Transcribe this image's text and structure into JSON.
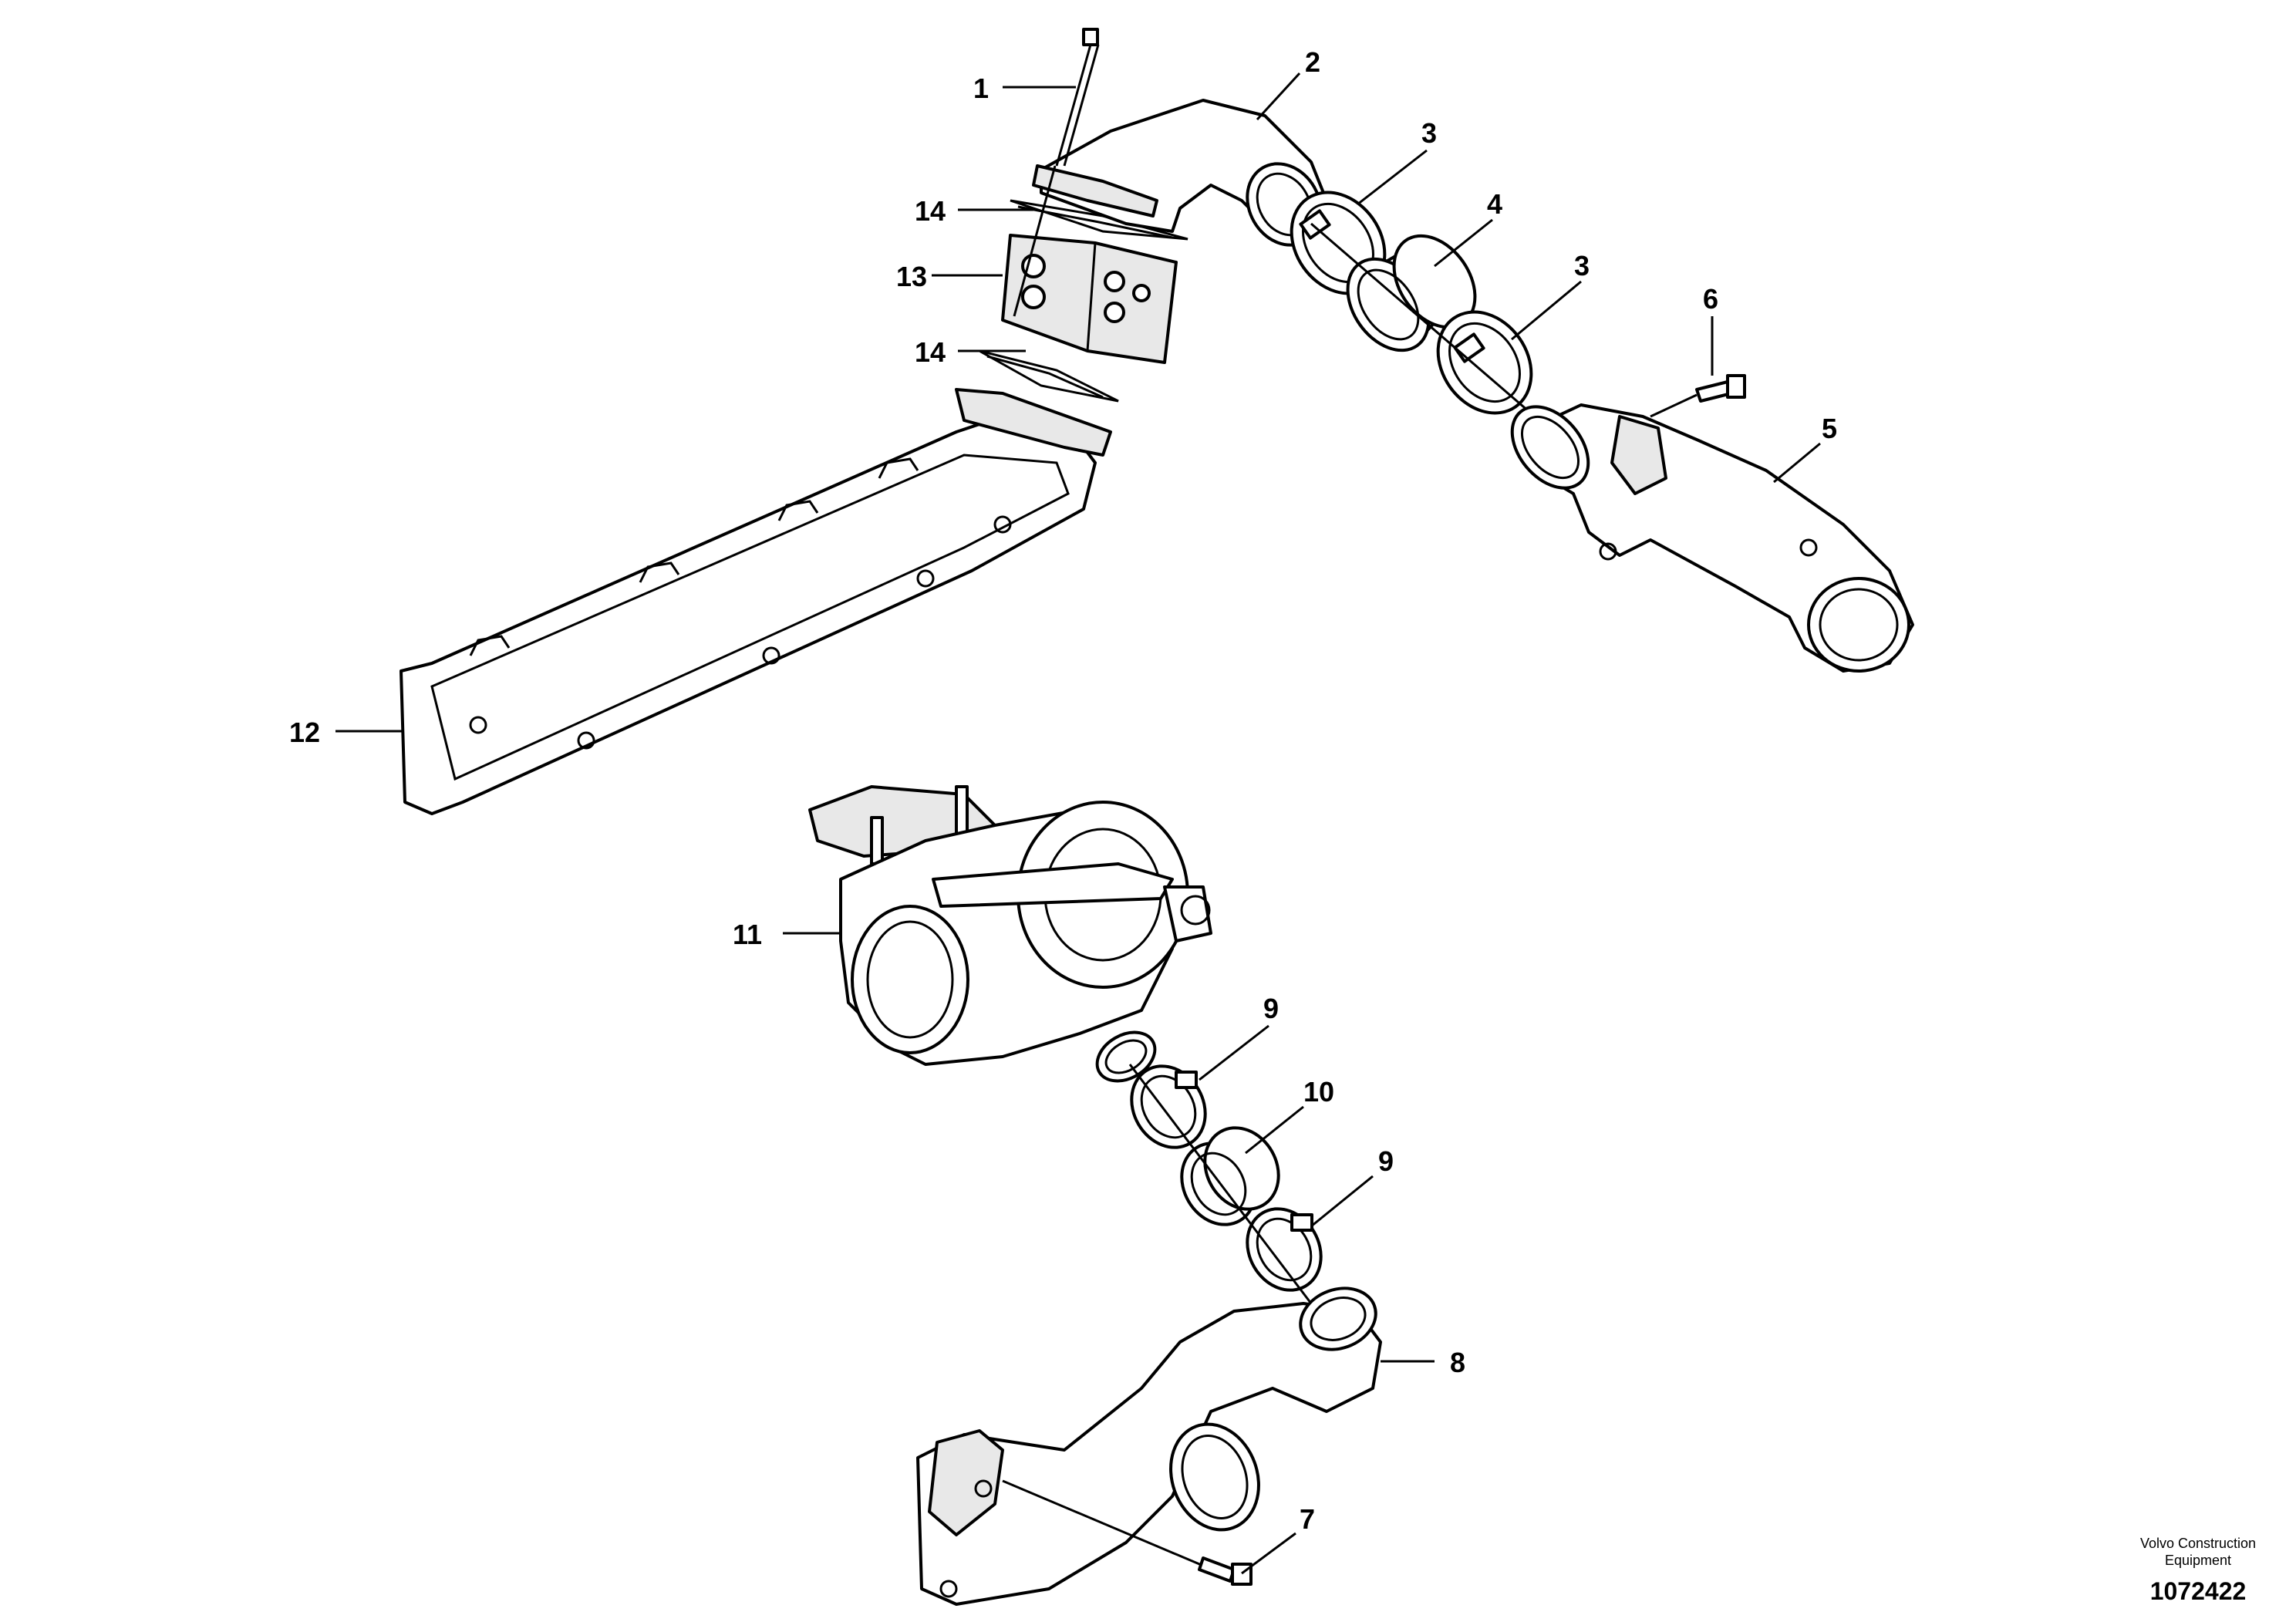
{
  "callouts": {
    "c1": "1",
    "c2": "2",
    "c3a": "3",
    "c3b": "3",
    "c4": "4",
    "c5": "5",
    "c6": "6",
    "c7": "7",
    "c8": "8",
    "c9a": "9",
    "c9b": "9",
    "c10": "10",
    "c11": "11",
    "c12": "12",
    "c13": "13",
    "c14a": "14",
    "c14b": "14"
  },
  "footer": {
    "brand_line1": "Volvo Construction",
    "brand_line2": "Equipment",
    "drawing_number": "1072422"
  }
}
